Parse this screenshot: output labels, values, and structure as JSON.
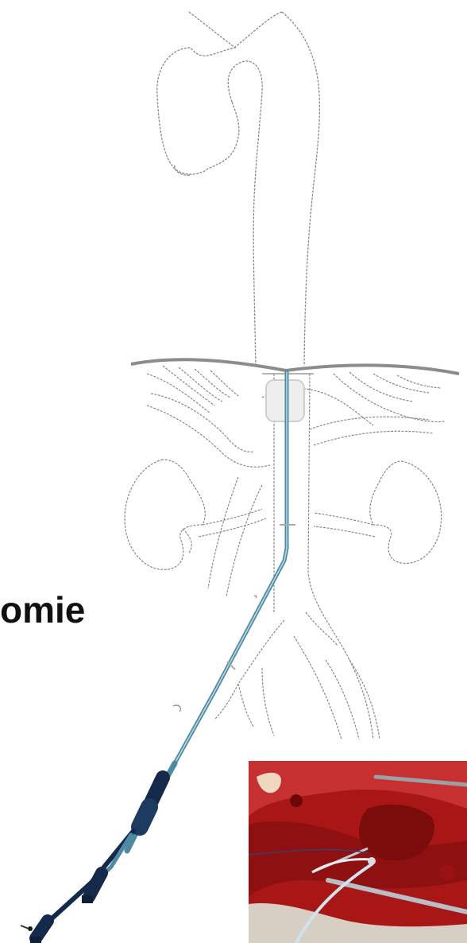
{
  "caption": {
    "text": "omie"
  },
  "colors": {
    "outline": "#8a8a8a",
    "diaphragm": "#8c8c8c",
    "catheter": "#4f8aa3",
    "catheter_dark": "#152a4a",
    "tissue": "#b51818",
    "tissue_light": "#d04040",
    "background": "#ffffff"
  },
  "icons": {
    "anatomy": "vascular-anatomy-outline",
    "catheter": "balloon-catheter",
    "photo": "surgical-field-photo"
  }
}
